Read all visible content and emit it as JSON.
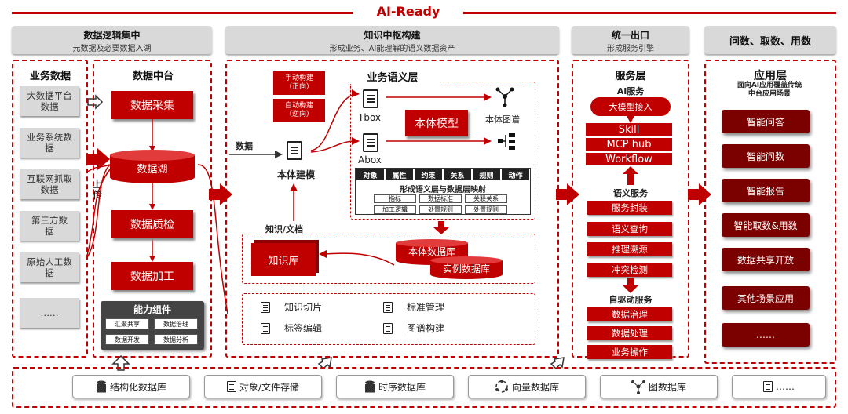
{
  "banner": "AI-Ready",
  "headers": {
    "h1": {
      "title": "数据逻辑集中",
      "sub": "元数据及必要数据入湖"
    },
    "h2": {
      "title": "知识中枢构建",
      "sub": "形成业务、AI能理解的语义数据资产"
    },
    "h3": {
      "title": "统一出口",
      "sub": "形成服务引擎"
    },
    "h4": {
      "title": "问数、取数、用数"
    }
  },
  "business_data": {
    "title": "业务数据",
    "items": [
      "大数据平台数据",
      "业务系统数据",
      "互联网抓取数据",
      "第三方数据",
      "原始人工数据",
      "……"
    ],
    "upload": "上传"
  },
  "data_platform": {
    "title": "数据中台",
    "collect": "数据采集",
    "lake": "数据湖",
    "quality": "数据质检",
    "process": "数据加工",
    "capability": {
      "title": "能力组件",
      "items": [
        "汇聚共享",
        "数据治理",
        "数据开发",
        "数据分析"
      ]
    }
  },
  "knowledge_hub": {
    "manual": "手动构建（正向）",
    "auto": "自动构建（逆向）",
    "data_label": "数据",
    "ontology_modeling": "本体建模",
    "semantic_title": "业务语义层",
    "tbox": "Tbox",
    "abox": "Abox",
    "ontology_model": "本体模型",
    "ontology_graph": "本体图谱",
    "table_headers": [
      "对象",
      "属性",
      "约束",
      "关系",
      "规则",
      "动作"
    ],
    "mapping_title": "形成语义层与数据层映射",
    "mapping_items": [
      "指标",
      "数据标准",
      "关联关系",
      "加工逻辑",
      "处置规则",
      "处置规则"
    ],
    "knowledge_docs": "知识/文档",
    "knowledge_base": "知识库",
    "ontology_db": "本体数据库",
    "instance_db": "实例数据库",
    "tools": [
      "知识切片",
      "标准管理",
      "标签编辑",
      "图谱构建"
    ]
  },
  "service_layer": {
    "title": "服务层",
    "ai_title": "AI服务",
    "llm": "大模型接入",
    "ai_items": [
      "Skill",
      "MCP hub",
      "Workflow"
    ],
    "semantic_title": "语义服务",
    "semantic_items": [
      "服务封装",
      "语义查询",
      "推理溯源",
      "冲突检测"
    ],
    "self_title": "自驱动服务",
    "self_items": [
      "数据治理",
      "数据处理",
      "业务操作"
    ]
  },
  "app_layer": {
    "title": "应用层",
    "sub": "面向AI应用覆盖传统中台应用场景",
    "items": [
      "智能问答",
      "智能问数",
      "智能报告",
      "智能取数&用数",
      "数据共享开放",
      "其他场景应用",
      "……"
    ]
  },
  "storage": [
    "结构化数据库",
    "对象/文件存储",
    "时序数据库",
    "向量数据库",
    "图数据库",
    "……"
  ]
}
